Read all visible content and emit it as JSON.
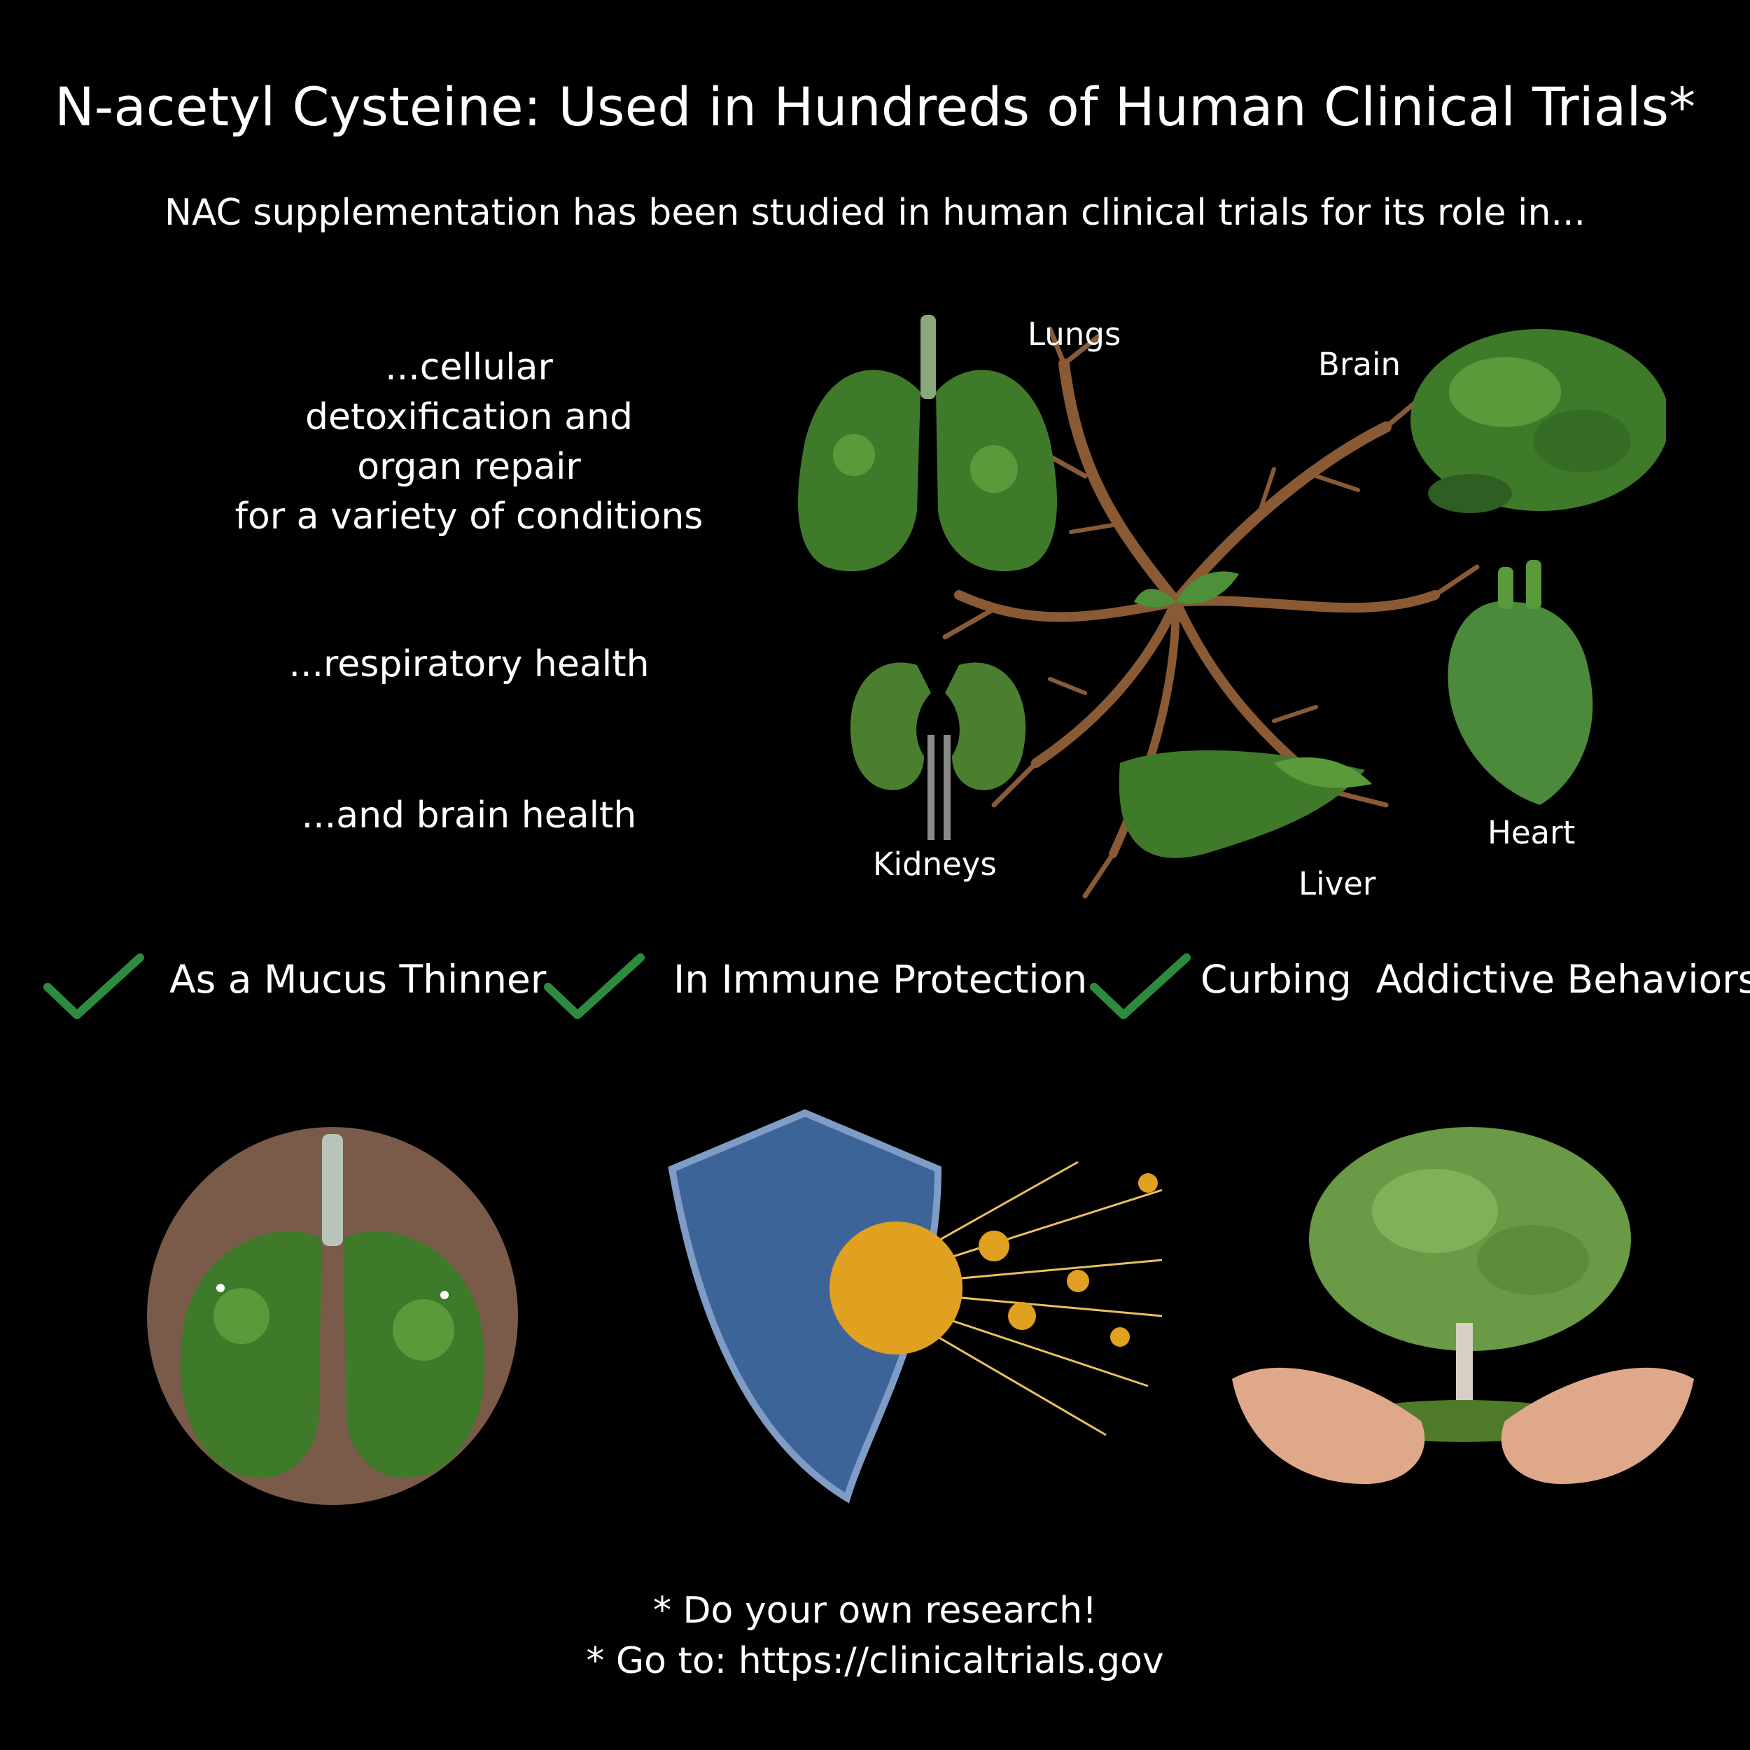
{
  "header": {
    "title": "N-acetyl Cysteine: Used in Hundreds of Human Clinical Trials*",
    "subtitle": "NAC supplementation has been studied in human clinical trials for its role in..."
  },
  "roles": {
    "cellular": [
      "...cellular",
      "detoxification and",
      "organ repair",
      "for a variety of conditions"
    ],
    "respiratory": "...respiratory health",
    "brain": "...and brain health"
  },
  "organs": {
    "lungs": "Lungs",
    "brain": "Brain",
    "kidneys": "Kidneys",
    "liver": "Liver",
    "heart": "Heart"
  },
  "benefits": [
    {
      "label": "As a Mucus Thinner",
      "icon": "checkmark-icon"
    },
    {
      "label": "In Immune Protection",
      "icon": "checkmark-icon"
    },
    {
      "label": "Curbing  Addictive Behaviors",
      "icon": "checkmark-icon"
    }
  ],
  "footer": {
    "line1": "* Do your own research!",
    "line2": "* Go to: https://clinicaltrials.gov"
  },
  "colors": {
    "background": "#000000",
    "text": "#ffffff",
    "check": "#2e8b3e",
    "foliage": "#3f7a2a",
    "root": "#8a5a35",
    "shield": "#3d6498",
    "virus": "#e0a020"
  }
}
